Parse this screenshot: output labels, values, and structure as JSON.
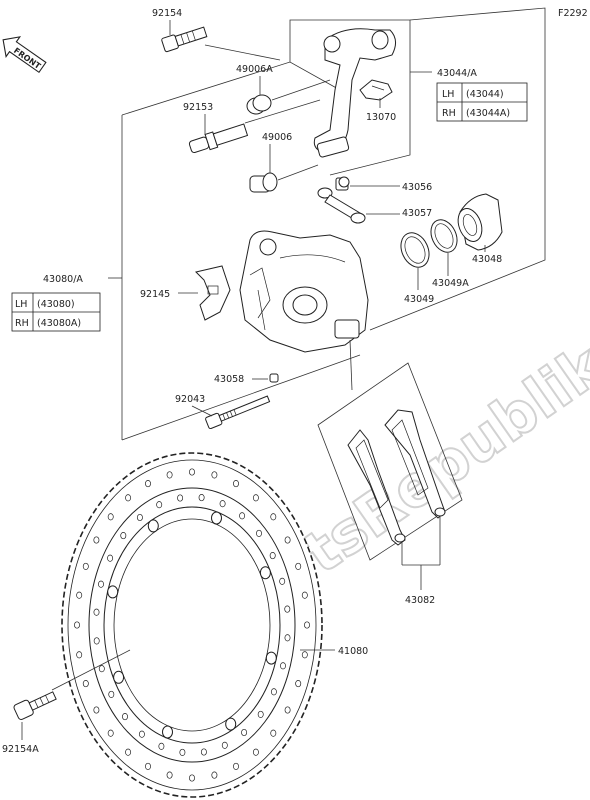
{
  "diagram": {
    "ref_code": "F2292",
    "watermark": "PartsRepublik",
    "front_label": "FRONT"
  },
  "callouts": {
    "c92154": "92154",
    "c49006A": "49006A",
    "c92153": "92153",
    "c49006": "49006",
    "c43044A": "43044/A",
    "c13070": "13070",
    "c43056": "43056",
    "c43057": "43057",
    "c43080A": "43080/A",
    "c92145": "92145",
    "c43049": "43049",
    "c43049A": "43049A",
    "c43048": "43048",
    "c43058": "43058",
    "c92043": "92043",
    "c43082": "43082",
    "c41080": "41080",
    "c92154A": "92154A"
  },
  "table_43044": {
    "rows": [
      {
        "side": "LH",
        "part": "(43044)"
      },
      {
        "side": "RH",
        "part": "(43044A)"
      }
    ]
  },
  "table_43080": {
    "rows": [
      {
        "side": "LH",
        "part": "(43080)"
      },
      {
        "side": "RH",
        "part": "(43080A)"
      }
    ]
  }
}
